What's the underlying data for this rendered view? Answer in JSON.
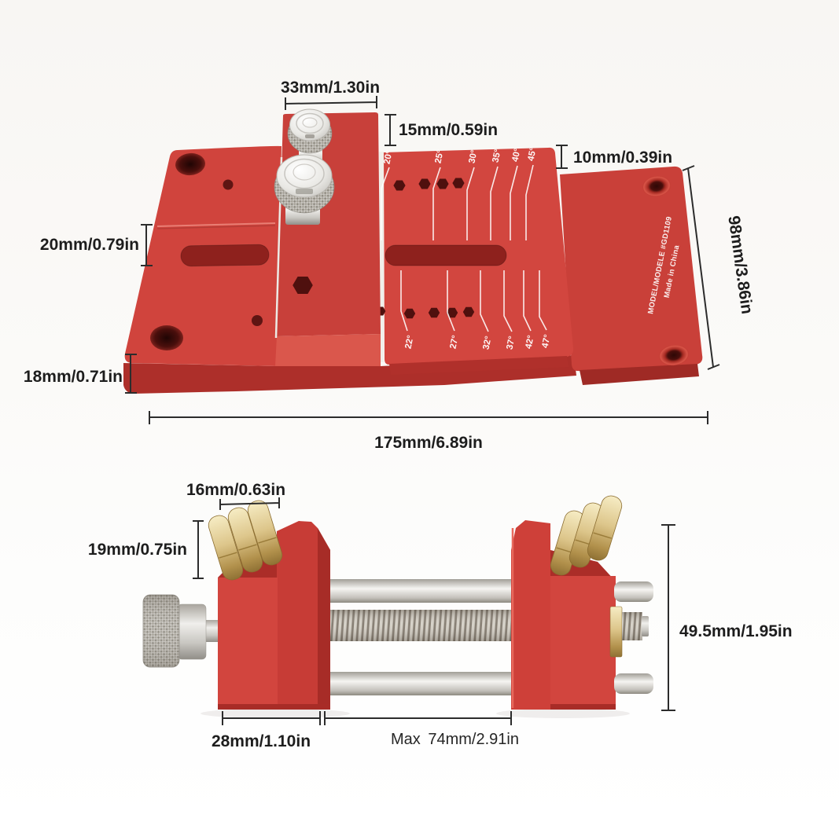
{
  "image_type": "product-dimension-diagram",
  "product": "red aluminum jig plate and brass-roller clamp vise",
  "colors": {
    "red_main": "#d2453e",
    "red_dark": "#a82c27",
    "brass": "#d9c185",
    "silver": "#d4d2cd",
    "ink": "#1d1d1d",
    "engraving": "#ffffff"
  },
  "top_figure": {
    "dim_knob_bar_width": "33mm/1.30in",
    "dim_bar_step_height": "15mm/0.59in",
    "dim_plate_step_height": "10mm/0.39in",
    "dim_depth": "98mm/3.86in",
    "dim_left_step": "20mm/0.79in",
    "dim_thickness": "18mm/0.71in",
    "dim_total_length": "175mm/6.89in",
    "model_line1": "MODEL/MODELE #GD1109",
    "model_line2": "Made in China",
    "angles_top": [
      "20°",
      "25°",
      "30°",
      "35°",
      "40°",
      "45°"
    ],
    "angles_bottom": [
      "22°",
      "27°",
      "32°",
      "37°",
      "42°",
      "47°"
    ]
  },
  "bottom_figure": {
    "dim_roller_width": "16mm/0.63in",
    "dim_roller_height": "19mm/0.75in",
    "dim_total_height": "49.5mm/1.95in",
    "dim_block_width": "28mm/1.10in",
    "dim_max_prefix": "Max",
    "dim_max_opening": "74mm/2.91in"
  }
}
